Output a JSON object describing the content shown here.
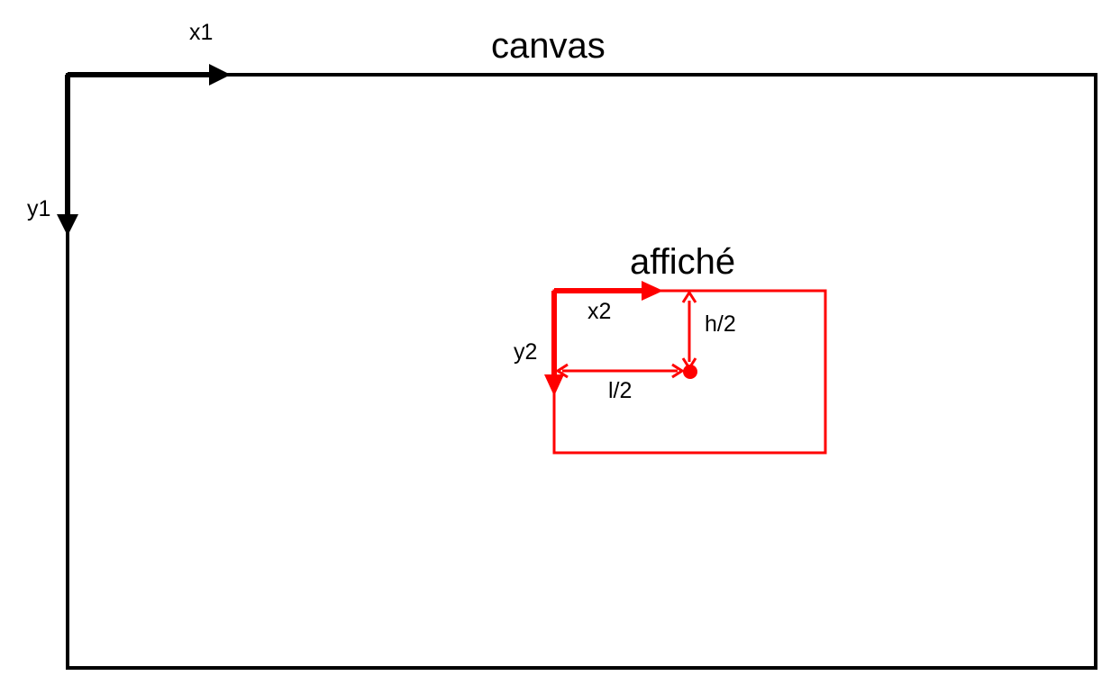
{
  "diagram": {
    "labels": {
      "canvas": "canvas",
      "x1": "x1",
      "y1": "y1",
      "affiche": "affiché",
      "x2": "x2",
      "y2": "y2",
      "h_half": "h/2",
      "l_half": "l/2"
    },
    "colors": {
      "outer": "#000000",
      "inner": "#ff0000",
      "background": "#ffffff"
    }
  }
}
